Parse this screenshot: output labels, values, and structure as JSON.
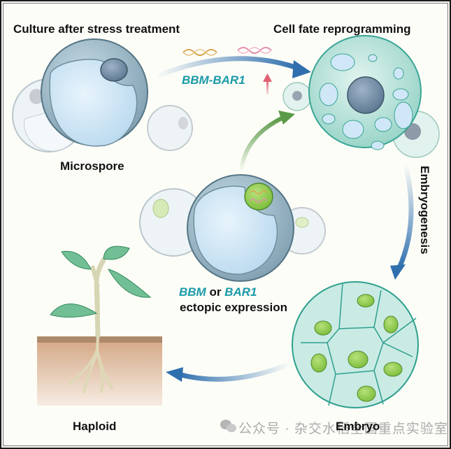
{
  "labels": {
    "culture": "Culture after stress treatment",
    "reprogramming": "Cell fate reprogramming",
    "microspore": "Microspore",
    "bbm_bar1": "BBM-BAR1",
    "embryogenesis": "Embryogenesis",
    "bbm": "BBM",
    "or": " or ",
    "bar1": "BAR1",
    "ectopic": "ectopic expression",
    "haploid": "Haploid",
    "embryo": "Embryo"
  },
  "watermark": {
    "icon": "wechat-icon",
    "text": "公众号 · 杂交水稻全国重点实验室"
  },
  "colors": {
    "teal_text": "#1a9aa8",
    "blue_arrow": "#2f6fae",
    "green_arrow": "#5a9a48",
    "upregulation_arrow": "#e06070",
    "cell_teal": "#9fd8cc",
    "nucleus": "#6e8aa6",
    "soil": "#d6ab8a",
    "leaf": "#5fb58a"
  }
}
